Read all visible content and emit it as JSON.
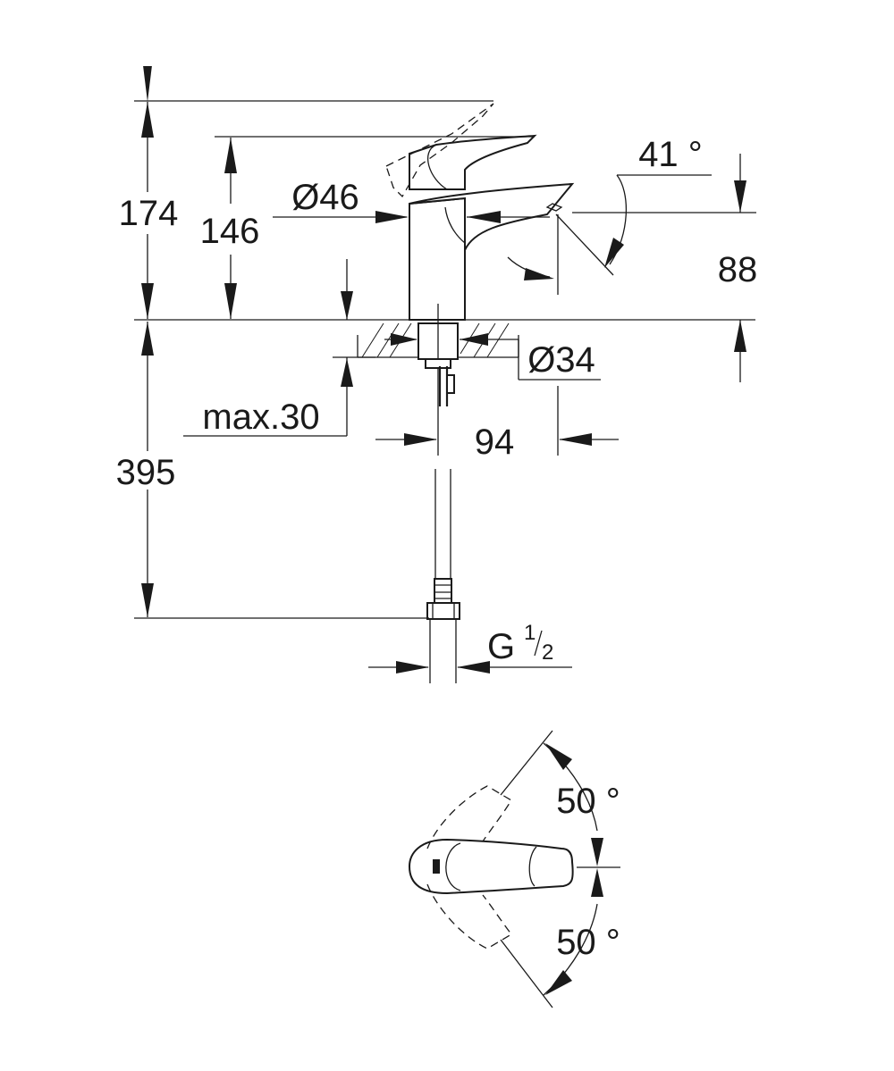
{
  "dimensions": {
    "height_total": "174",
    "height_lever": "146",
    "spout_diameter": "Ø46",
    "lever_angle": "41 °",
    "spout_height": "88",
    "base_diameter": "Ø34",
    "max_thickness": "max.30",
    "projection": "94",
    "hose_length": "395",
    "connection_thread_letter": "G",
    "connection_thread_num": "1",
    "connection_thread_den": "2",
    "swing_left": "50 °",
    "swing_right": "50 °"
  }
}
